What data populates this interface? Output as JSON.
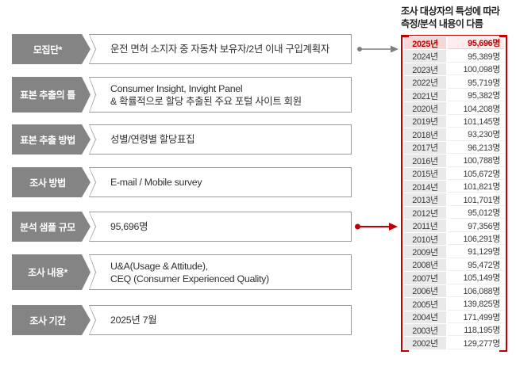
{
  "note": {
    "line1": "조사 대상자의 특성에 따라",
    "line2": "측정/분석 내용이 다름"
  },
  "methodology": {
    "rows": [
      {
        "label": "모집단*",
        "lines": [
          "운전 면허 소지자 중 자동차 보유자/2년 이내 구입계획자"
        ]
      },
      {
        "label": "표본 추출의 틀",
        "lines": [
          "Consumer Insight, Invight Panel",
          "& 확률적으로 할당 추출된 주요 포털 사이트 회원"
        ]
      },
      {
        "label": "표본 추출 방법",
        "lines": [
          "성별/연령별 할당표집"
        ]
      },
      {
        "label": "조사 방법",
        "lines": [
          "E-mail / Mobile survey"
        ]
      },
      {
        "label": "분석 샘플 규모",
        "lines": [
          "95,696명"
        ]
      },
      {
        "label": "조사 내용*",
        "lines": [
          "U&A(Usage & Attitude),",
          "CEQ (Consumer Experienced Quality)"
        ]
      },
      {
        "label": "조사 기간",
        "lines": [
          "2025년 7월"
        ]
      }
    ]
  },
  "sample_table": {
    "rows": [
      {
        "year": "2025년",
        "count": "95,696명",
        "highlight": true
      },
      {
        "year": "2024년",
        "count": "95,389명",
        "highlight": false
      },
      {
        "year": "2023년",
        "count": "100,098명",
        "highlight": false
      },
      {
        "year": "2022년",
        "count": "95,719명",
        "highlight": false
      },
      {
        "year": "2021년",
        "count": "95,382명",
        "highlight": false
      },
      {
        "year": "2020년",
        "count": "104,208명",
        "highlight": false
      },
      {
        "year": "2019년",
        "count": "101,145명",
        "highlight": false
      },
      {
        "year": "2018년",
        "count": "93,230명",
        "highlight": false
      },
      {
        "year": "2017년",
        "count": "96,213명",
        "highlight": false
      },
      {
        "year": "2016년",
        "count": "100,788명",
        "highlight": false
      },
      {
        "year": "2015년",
        "count": "105,672명",
        "highlight": false
      },
      {
        "year": "2014년",
        "count": "101,821명",
        "highlight": false
      },
      {
        "year": "2013년",
        "count": "101,701명",
        "highlight": false
      },
      {
        "year": "2012년",
        "count": "95,012명",
        "highlight": false
      },
      {
        "year": "2011년",
        "count": "97,356명",
        "highlight": false
      },
      {
        "year": "2010년",
        "count": "106,291명",
        "highlight": false
      },
      {
        "year": "2009년",
        "count": "91,129명",
        "highlight": false
      },
      {
        "year": "2008년",
        "count": "95,472명",
        "highlight": false
      },
      {
        "year": "2007년",
        "count": "105,149명",
        "highlight": false
      },
      {
        "year": "2006년",
        "count": "106,088명",
        "highlight": false
      },
      {
        "year": "2005년",
        "count": "139,825명",
        "highlight": false
      },
      {
        "year": "2004년",
        "count": "171,499명",
        "highlight": false
      },
      {
        "year": "2003년",
        "count": "118,195명",
        "highlight": false
      },
      {
        "year": "2002년",
        "count": "129,277명",
        "highlight": false
      }
    ]
  },
  "colors": {
    "label_gray": "#848484",
    "box_border_gray": "#9a9a9a",
    "accent_red": "#c00000",
    "arrow_gray": "#7f7f7f",
    "year_cell_bg": "#e9e9e9",
    "highlight_year_bg": "#f8d8d6",
    "highlight_count_bg": "#fdeeed"
  }
}
